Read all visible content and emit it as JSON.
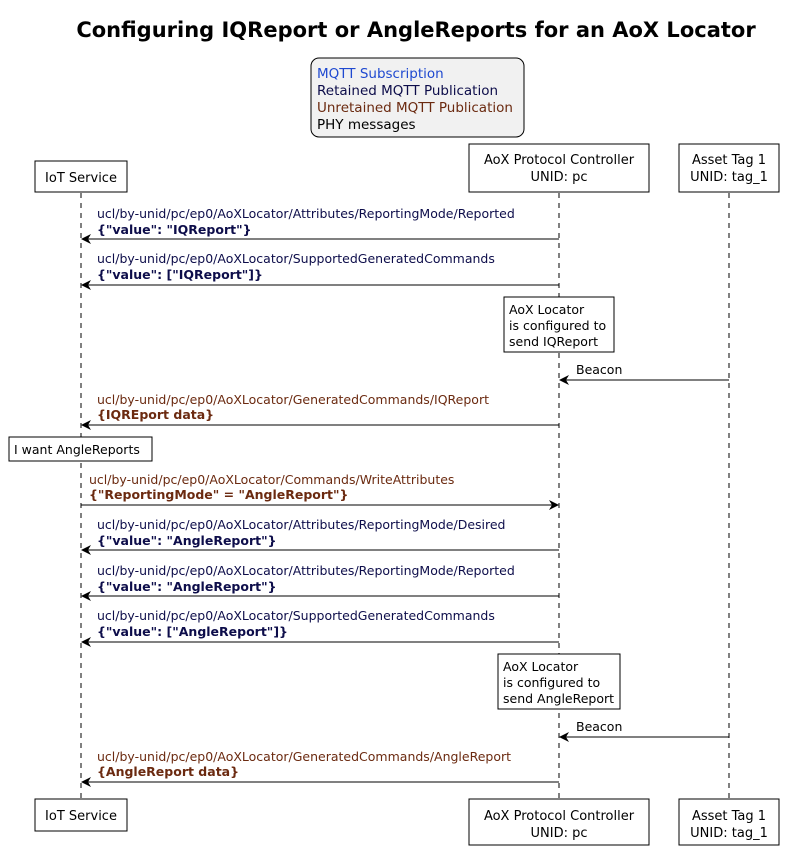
{
  "title": "Configuring IQReport or AngleReports for an AoX Locator",
  "colors": {
    "subscription": "#1f49d0",
    "retained": "#0d0d4a",
    "unretained": "#6b2a10",
    "phy": "#000000"
  },
  "legend": {
    "items": [
      {
        "label": "MQTT Subscription",
        "kind": "subscription"
      },
      {
        "label": "Retained MQTT Publication",
        "kind": "retained"
      },
      {
        "label": "Unretained MQTT Publication",
        "kind": "unretained"
      },
      {
        "label": "PHY messages",
        "kind": "phy"
      }
    ]
  },
  "participants": [
    {
      "id": "iot",
      "lines": [
        "IoT Service"
      ]
    },
    {
      "id": "aox",
      "lines": [
        "AoX Protocol Controller",
        "UNID: pc"
      ]
    },
    {
      "id": "tag",
      "lines": [
        "Asset Tag 1",
        "UNID: tag_1"
      ]
    }
  ],
  "events": [
    {
      "type": "msg",
      "from": "aox",
      "to": "iot",
      "kind": "retained",
      "topic": "ucl/by-unid/pc/ep0/AoXLocator/Attributes/ReportingMode/Reported",
      "payload": "{\"value\": \"IQReport\"}"
    },
    {
      "type": "msg",
      "from": "aox",
      "to": "iot",
      "kind": "retained",
      "topic": "ucl/by-unid/pc/ep0/AoXLocator/SupportedGeneratedCommands",
      "payload": "{\"value\": [\"IQReport\"]}"
    },
    {
      "type": "note",
      "over": "aox",
      "lines": [
        "AoX Locator",
        "is configured to",
        "send IQReport"
      ]
    },
    {
      "type": "msg",
      "from": "tag",
      "to": "aox",
      "kind": "phy",
      "topic": "Beacon",
      "payload": ""
    },
    {
      "type": "msg",
      "from": "aox",
      "to": "iot",
      "kind": "unretained",
      "topic": "ucl/by-unid/pc/ep0/AoXLocator/GeneratedCommands/IQReport",
      "payload": "{IQREport data}"
    },
    {
      "type": "note",
      "over": "iot",
      "lines": [
        "I want AngleReports"
      ]
    },
    {
      "type": "msg",
      "from": "iot",
      "to": "aox",
      "kind": "unretained",
      "topic": "ucl/by-unid/pc/ep0/AoXLocator/Commands/WriteAttributes",
      "payload": "{\"ReportingMode\" =  \"AngleReport\"}"
    },
    {
      "type": "msg",
      "from": "aox",
      "to": "iot",
      "kind": "retained",
      "topic": "ucl/by-unid/pc/ep0/AoXLocator/Attributes/ReportingMode/Desired",
      "payload": "{\"value\": \"AngleReport\"}"
    },
    {
      "type": "msg",
      "from": "aox",
      "to": "iot",
      "kind": "retained",
      "topic": "ucl/by-unid/pc/ep0/AoXLocator/Attributes/ReportingMode/Reported",
      "payload": "{\"value\": \"AngleReport\"}"
    },
    {
      "type": "msg",
      "from": "aox",
      "to": "iot",
      "kind": "retained",
      "topic": "ucl/by-unid/pc/ep0/AoXLocator/SupportedGeneratedCommands",
      "payload": "{\"value\": [\"AngleReport\"]}"
    },
    {
      "type": "note",
      "over": "aox",
      "lines": [
        "AoX Locator",
        "is configured to",
        "send AngleReport"
      ]
    },
    {
      "type": "msg",
      "from": "tag",
      "to": "aox",
      "kind": "phy",
      "topic": "Beacon",
      "payload": ""
    },
    {
      "type": "msg",
      "from": "aox",
      "to": "iot",
      "kind": "unretained",
      "topic": "ucl/by-unid/pc/ep0/AoXLocator/GeneratedCommands/AngleReport",
      "payload": "{AngleReport data}"
    }
  ]
}
